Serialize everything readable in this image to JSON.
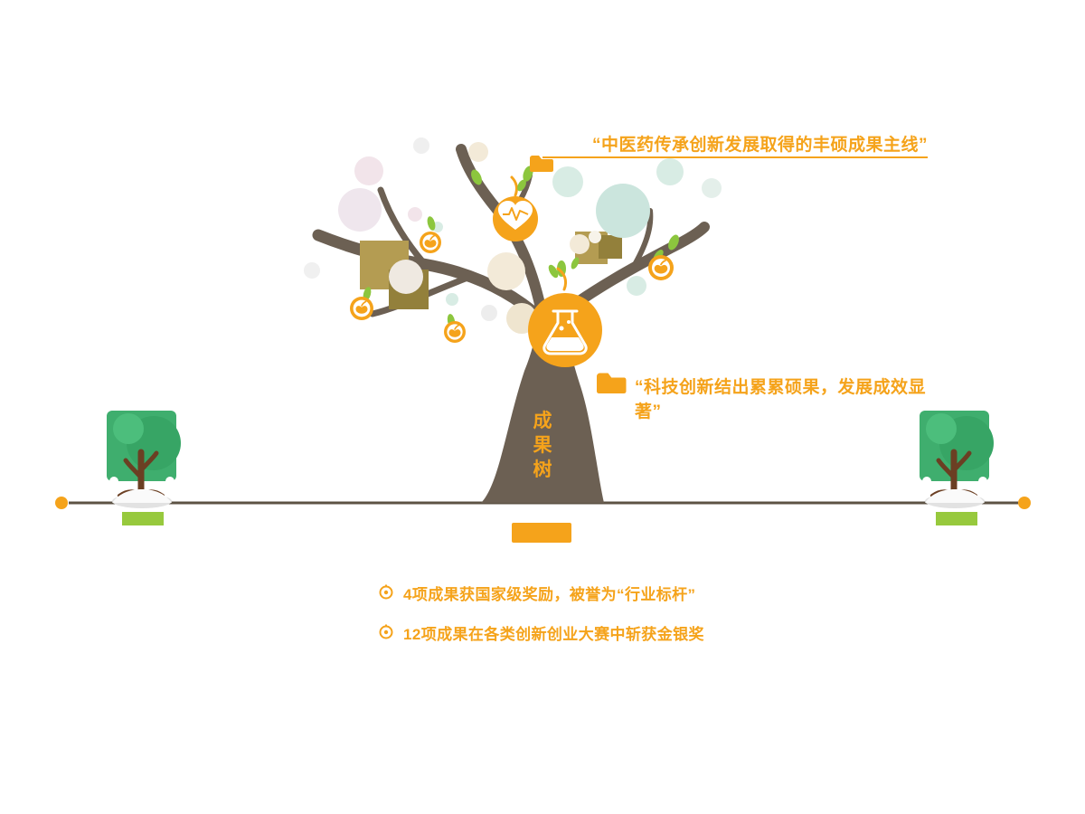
{
  "colors": {
    "accent": "#F5A31B",
    "trunk": "#6C6053",
    "leaf_green": "#8CC63E",
    "grass": "#97C93D",
    "khaki": "#B49C52",
    "khaki_dark": "#93803B",
    "mint": "#D8ECE4",
    "mint_big": "#CBE5DD",
    "pink": "#F2E4EA",
    "cream": "#F3EAD8",
    "ground": "#5C5244",
    "small_tree_green": "#3FAE6E"
  },
  "heading": {
    "text": "“中医药传承创新发展取得的丰硕成果主线”"
  },
  "callout": {
    "text": "“科技创新结出累累硕果，发展成效显著”"
  },
  "trunk_label": {
    "text": "成果树",
    "chars": [
      "成",
      "果",
      "树"
    ]
  },
  "bullets": [
    {
      "text": "4项成果获国家级奖励，被誉为“行业标杆”"
    },
    {
      "text": "12项成果在各类创新创业大赛中斩获金银奖"
    }
  ],
  "icons": {
    "heart": "heart-pulse-icon",
    "flask": "lab-flask-icon",
    "apple": "apple-fruit-icon",
    "folder": "folder-icon",
    "bullet": "target-bullet-icon",
    "leaf": "leaf-icon",
    "small_tree": "small-tree-icon"
  }
}
